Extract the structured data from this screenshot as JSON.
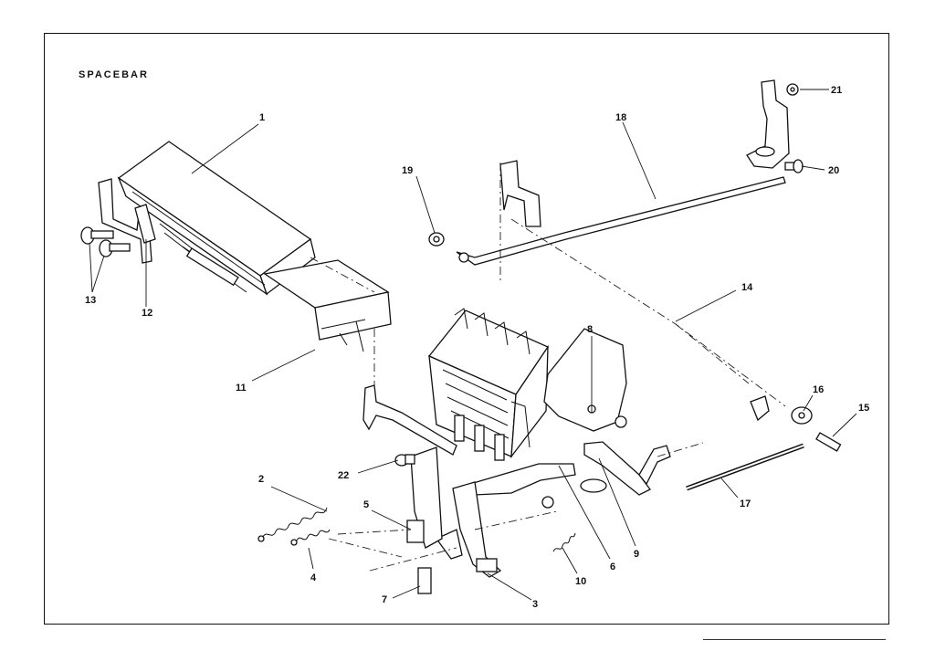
{
  "title": "SPACEBAR",
  "callouts": [
    {
      "id": "1",
      "label": "1"
    },
    {
      "id": "2",
      "label": "2"
    },
    {
      "id": "3",
      "label": "3"
    },
    {
      "id": "4",
      "label": "4"
    },
    {
      "id": "5",
      "label": "5"
    },
    {
      "id": "6",
      "label": "6"
    },
    {
      "id": "7",
      "label": "7"
    },
    {
      "id": "8",
      "label": "8"
    },
    {
      "id": "9",
      "label": "9"
    },
    {
      "id": "10",
      "label": "10"
    },
    {
      "id": "11",
      "label": "11"
    },
    {
      "id": "12",
      "label": "12"
    },
    {
      "id": "13",
      "label": "13"
    },
    {
      "id": "14",
      "label": "14"
    },
    {
      "id": "15",
      "label": "15"
    },
    {
      "id": "16",
      "label": "16"
    },
    {
      "id": "17",
      "label": "17"
    },
    {
      "id": "18",
      "label": "18"
    },
    {
      "id": "19",
      "label": "19"
    },
    {
      "id": "20",
      "label": "20"
    },
    {
      "id": "21",
      "label": "21"
    },
    {
      "id": "22",
      "label": "22"
    }
  ]
}
